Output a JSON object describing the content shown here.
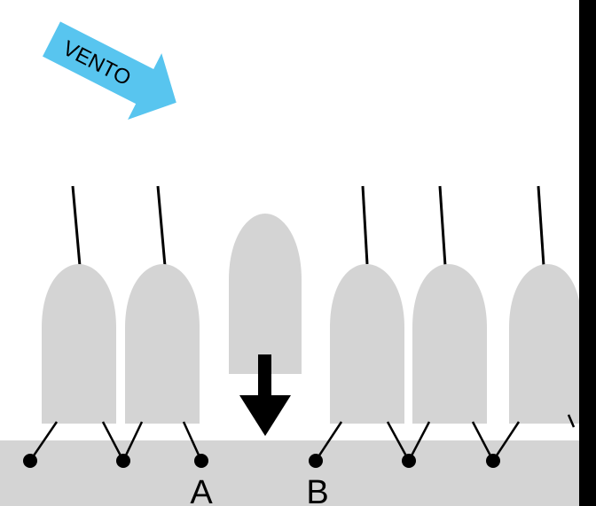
{
  "wind": {
    "label": "VENTO",
    "color": "#58c5ef",
    "icon": "wind-arrow-icon"
  },
  "boat_color": "#d4d4d4",
  "dock_color": "#d4d4d4",
  "rope_color": "#000000",
  "ground_label_a": "A",
  "ground_label_b": "B",
  "arrow_icon": "down-arrow-icon"
}
